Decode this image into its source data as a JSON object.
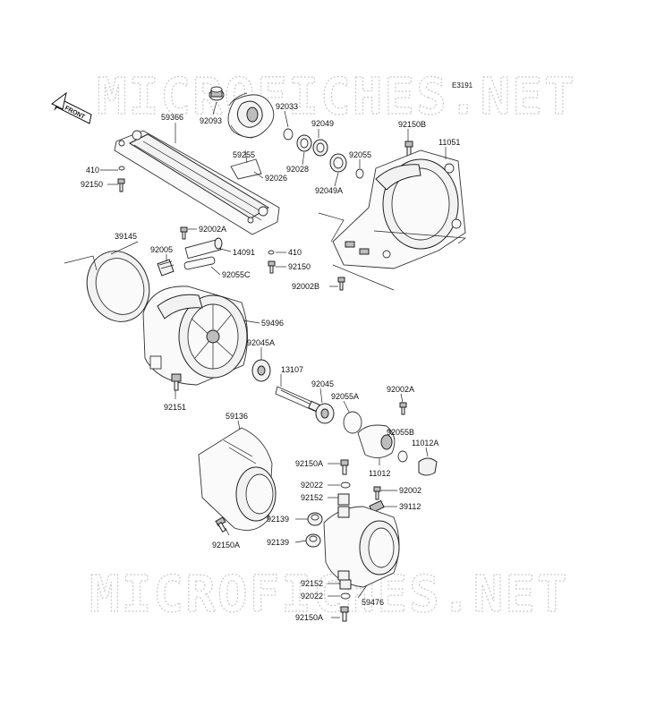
{
  "diagram": {
    "reference_code": "E3191",
    "front_label": "FRONT",
    "watermark": "MICROFICHES.NET"
  },
  "labels": {
    "p59366": "59366",
    "p92093": "92093",
    "p92033": "92033",
    "p92049": "92049",
    "p92150B": "92150B",
    "p11051": "11051",
    "p410a": "410",
    "p92150a": "92150",
    "p59255": "59255",
    "p92026": "92026",
    "p92028": "92028",
    "p92055": "92055",
    "p92049A": "92049A",
    "p39145": "39145",
    "p92002A_top": "92002A",
    "p92005": "92005",
    "p14091": "14091",
    "p410b": "410",
    "p92150b": "92150",
    "p92055C": "92055C",
    "p92002B": "92002B",
    "p59496": "59496",
    "p92045A": "92045A",
    "p13107": "13107",
    "p92151": "92151",
    "p92045": "92045",
    "p92055A": "92055A",
    "p92002A_mid": "92002A",
    "p59136": "59136",
    "p92055B": "92055B",
    "p11012A": "11012A",
    "p11012": "11012",
    "p92150A_a": "92150A",
    "p92022_a": "92022",
    "p92002": "92002",
    "p92152_a": "92152",
    "p39112": "39112",
    "p92139_a": "92139",
    "p92150A_b": "92150A",
    "p92139_b": "92139",
    "p92152_b": "92152",
    "p92022_b": "92022",
    "p59476": "59476",
    "p92150A_c": "92150A"
  }
}
